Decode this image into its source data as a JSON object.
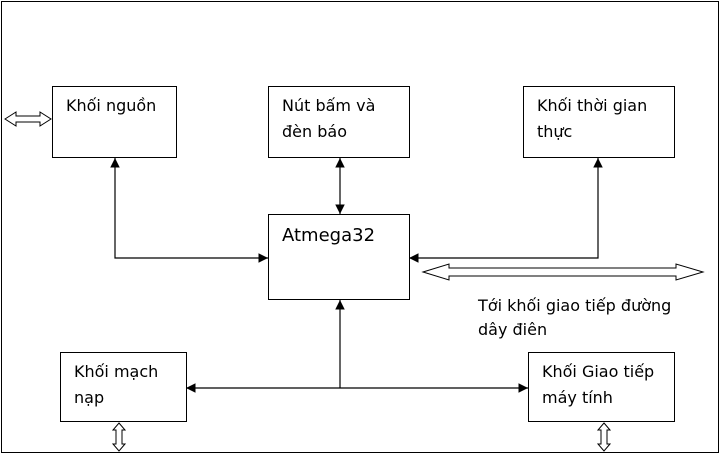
{
  "blocks": {
    "power": "Khối nguồn",
    "buttons": "Nút bấm và đèn báo",
    "rtc": "Khối thời gian thực",
    "mcu": "Atmega32",
    "programmer": "Khối mạch nạp",
    "pc_interface": "Khối Giao tiếp máy tính"
  },
  "labels": {
    "powerline": "Tới khối giao tiếp đường dây điên"
  }
}
